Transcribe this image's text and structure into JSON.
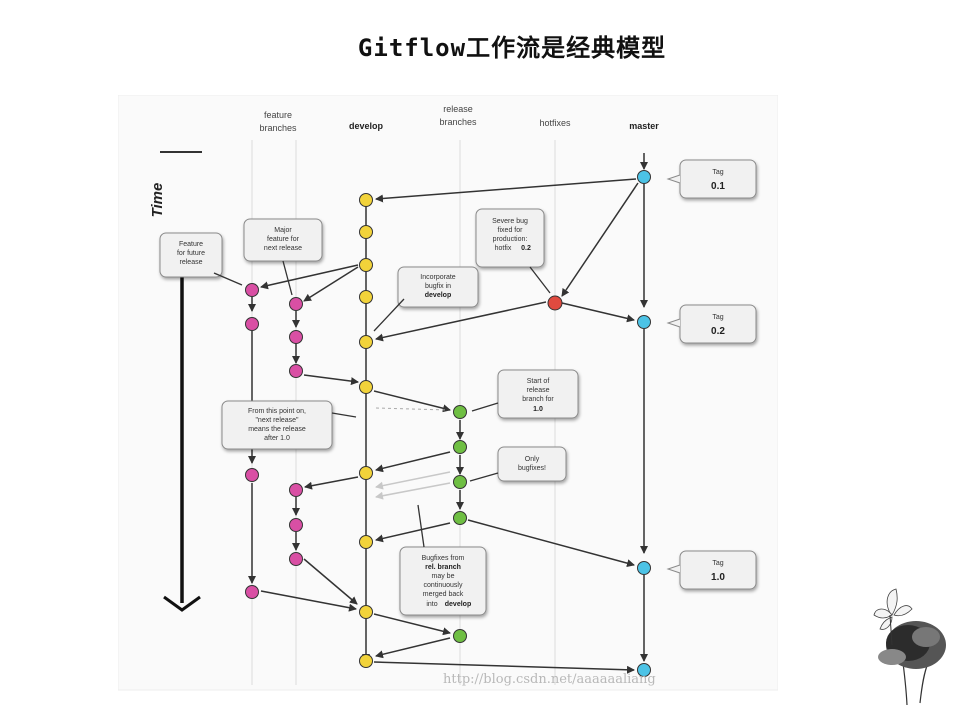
{
  "slide": {
    "title": "Gitflow工作流是经典模型",
    "watermark": "http://blog.csdn.net/aaaaaaliang"
  },
  "columns": {
    "feature": [
      "feature",
      "branches"
    ],
    "develop": "develop",
    "release": [
      "release",
      "branches"
    ],
    "hotfixes": "hotfixes",
    "master": "master"
  },
  "time_label": "Time",
  "callouts": {
    "feature_future": [
      "Feature",
      "for future",
      "release"
    ],
    "major_feature": [
      "Major",
      "feature for",
      "next release"
    ],
    "severe_bug": [
      "Severe bug",
      "fixed for",
      "production:",
      "hotfix"
    ],
    "severe_bug_version": "0.2",
    "incorporate": [
      "Incorporate",
      "bugfix in"
    ],
    "incorporate_branch": "develop",
    "start_release": [
      "Start of",
      "release",
      "branch for"
    ],
    "start_release_version": "1.0",
    "next_release": [
      "From this point on,",
      "\"next release\"",
      "means the release",
      "after 1.0"
    ],
    "only_bugfixes": [
      "Only",
      "bugfixes!"
    ],
    "bugfixes_from": "Bugfixes from",
    "bugfixes_rel": "rel. branch",
    "bugfixes_rest": [
      "may be",
      "continuously",
      "merged back",
      "into"
    ],
    "bugfixes_develop": "develop"
  },
  "tags": [
    {
      "label": "Tag",
      "value": "0.1"
    },
    {
      "label": "Tag",
      "value": "0.2"
    },
    {
      "label": "Tag",
      "value": "1.0"
    }
  ],
  "colors": {
    "develop": "#f2d33a",
    "feature": "#d94fa4",
    "release": "#6fbf43",
    "hotfix": "#e04a3f",
    "master": "#4cc3e6",
    "line": "#333333",
    "bubble_fill": "#f1f1f1",
    "bubble_stroke": "#8a8a8a"
  }
}
